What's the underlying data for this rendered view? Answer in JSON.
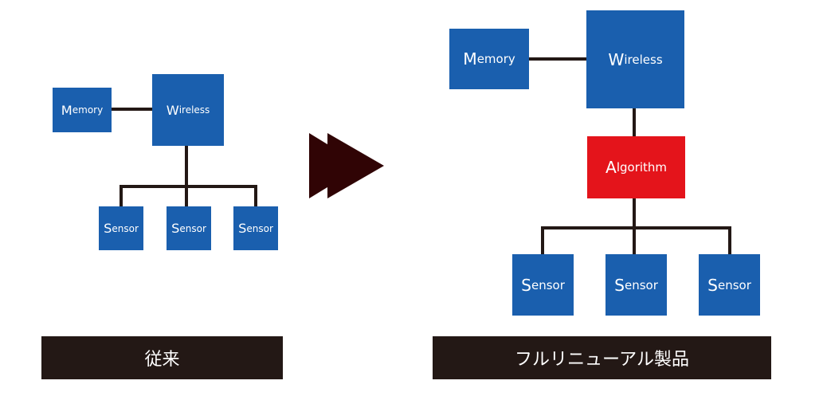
{
  "colors": {
    "module_blue": "#1a5fae",
    "algorithm_red": "#e4141b",
    "connector": "#231815",
    "arrow": "#300405",
    "label_bar": "#231815"
  },
  "left_diagram": {
    "memory": {
      "first": "M",
      "rest": "emory"
    },
    "wireless": {
      "first": "W",
      "rest": "ireless"
    },
    "sensors": [
      {
        "first": "S",
        "rest": "ensor"
      },
      {
        "first": "S",
        "rest": "ensor"
      },
      {
        "first": "S",
        "rest": "ensor"
      }
    ],
    "caption": "従来"
  },
  "arrow": {
    "icon": "double-arrow-right-icon"
  },
  "right_diagram": {
    "memory": {
      "first": "M",
      "rest": "emory"
    },
    "wireless": {
      "first": "W",
      "rest": "ireless"
    },
    "algorithm": {
      "first": "A",
      "rest": "lgorithm"
    },
    "sensors": [
      {
        "first": "S",
        "rest": "ensor"
      },
      {
        "first": "S",
        "rest": "ensor"
      },
      {
        "first": "S",
        "rest": "ensor"
      }
    ],
    "caption": "フルリニューアル製品"
  }
}
